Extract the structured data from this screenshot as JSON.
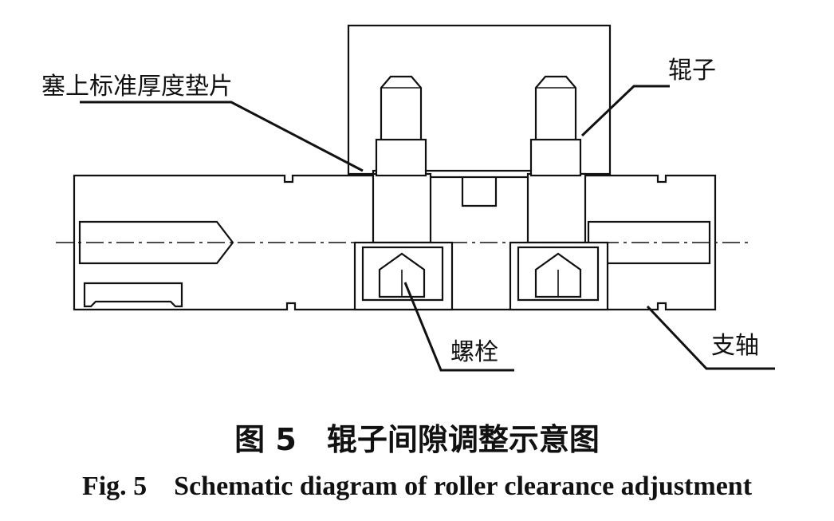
{
  "labels": {
    "shim": "塞上标准厚度垫片",
    "roller": "辊子",
    "bolt": "螺栓",
    "shaft": "支轴"
  },
  "caption": {
    "cn": "图 5　辊子间隙调整示意图",
    "en": "Fig. 5　Schematic diagram of roller clearance adjustment"
  }
}
